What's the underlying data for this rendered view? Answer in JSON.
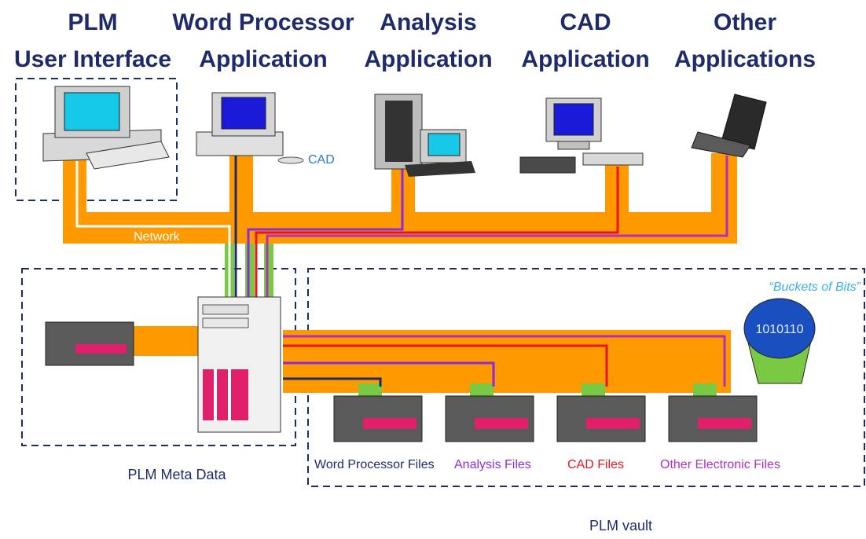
{
  "headers": {
    "plm_ui": [
      "PLM",
      "User Interface"
    ],
    "word_processor": [
      "Word Processor",
      "Application"
    ],
    "analysis": [
      "Analysis",
      "Application"
    ],
    "cad": [
      "CAD",
      "Application"
    ],
    "other": [
      "Other",
      "Applications"
    ]
  },
  "labels": {
    "cad_tag": "CAD",
    "network": "Network",
    "buckets": "“Buckets of Bits”",
    "bits": "1010110",
    "metadata": "PLM Meta Data",
    "vault": "PLM vault"
  },
  "files": [
    {
      "label": "Word Processor Files",
      "color": "#1f2a6b"
    },
    {
      "label": "Analysis Files",
      "color": "#8a2be2"
    },
    {
      "label": "CAD Files",
      "color": "#e8141e"
    },
    {
      "label": "Other Electronic Files",
      "color": "#b030c0"
    }
  ],
  "colors": {
    "network_bus": "#ff9900",
    "header_text": "#1f2a6b",
    "navy_line": "#1f2a6b",
    "purple_line": "#8a2be2",
    "red_line": "#e8141e",
    "magenta_line": "#b030c0",
    "green_connector": "#7ac943",
    "buckets_text": "#3ab0e8",
    "cad_tag": "#2a7bd6"
  }
}
